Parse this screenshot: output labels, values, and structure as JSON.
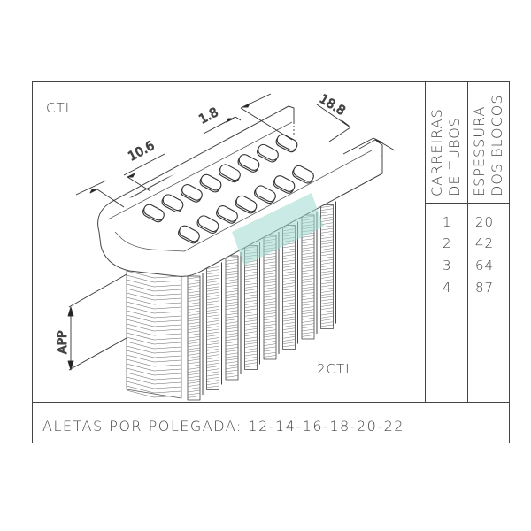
{
  "drawing": {
    "model_label": "CTI",
    "variant_label": "2CTI",
    "dimensions": {
      "tube_spacing": "10.6",
      "tube_width": "1.8",
      "row_pitch": "18.8",
      "fin_height": "APP"
    },
    "watermark_color": "#9fd8cf"
  },
  "table": {
    "headers": {
      "rows_of_tubes": "CARREIRAS DE TUBOS",
      "rows_of_tubes_line1": "CARREIRAS",
      "rows_of_tubes_line2": "DE TUBOS",
      "block_thickness": "ESPESSURA DOS BLOCOS",
      "block_thickness_line1": "ESPESSURA",
      "block_thickness_line2": "DOS BLOCOS"
    },
    "rows": [
      {
        "tubes": "1",
        "thickness": "20"
      },
      {
        "tubes": "2",
        "thickness": "42"
      },
      {
        "tubes": "3",
        "thickness": "64"
      },
      {
        "tubes": "4",
        "thickness": "87"
      }
    ]
  },
  "footer": {
    "fins_per_inch": "ALETAS POR POLEGADA: 12-14-16-18-20-22"
  },
  "colors": {
    "line": "#444444",
    "background": "#ffffff"
  }
}
